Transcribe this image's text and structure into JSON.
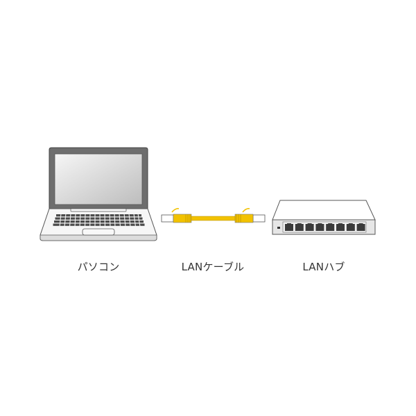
{
  "diagram": {
    "items": [
      {
        "id": "pc",
        "label": "パソコン",
        "icon": "laptop-icon"
      },
      {
        "id": "cable",
        "label": "LANケーブル",
        "icon": "lan-cable-icon"
      },
      {
        "id": "hub",
        "label": "LANハブ",
        "icon": "network-hub-icon"
      }
    ],
    "colors": {
      "outline": "#555555",
      "bezel": "#6e6e6e",
      "screen_light": "#f4f4f4",
      "screen_dark": "#c4c4c4",
      "cable_yellow": "#f2c200",
      "hub_body": "#e6e6e6",
      "port": "#3a3a3a"
    },
    "hub_port_count": 8
  }
}
